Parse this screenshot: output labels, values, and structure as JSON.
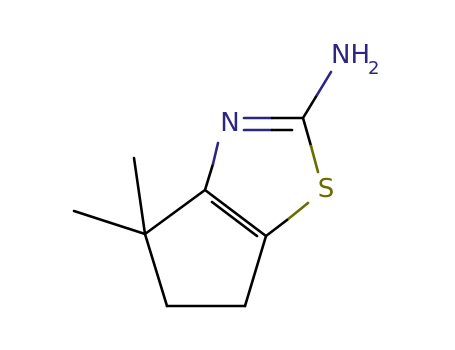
{
  "molecule": {
    "atoms": {
      "amine_label": "NH",
      "amine_subscript": "2",
      "ring_nitrogen": "N",
      "sulfur": "S"
    },
    "colors": {
      "bond": "#000000",
      "nitrogen": "#2b2680",
      "sulfur": "#6b6b00"
    }
  }
}
